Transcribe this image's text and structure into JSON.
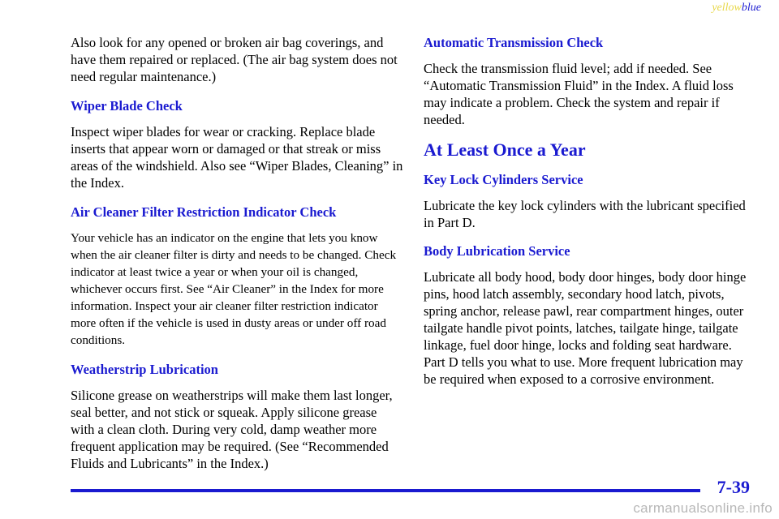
{
  "color_tag": {
    "yellow": "yellow",
    "blue": "blue"
  },
  "left_column": {
    "intro": "Also look for any opened or broken air bag coverings, and have them repaired or replaced. (The air bag system does not need regular maintenance.)",
    "wiper": {
      "heading": "Wiper Blade Check",
      "body": "Inspect wiper blades for wear or cracking. Replace blade inserts that appear worn or damaged or that streak or miss areas of the windshield. Also see “Wiper Blades, Cleaning” in the Index."
    },
    "air_cleaner": {
      "heading": "Air Cleaner Filter Restriction Indicator Check",
      "body": "Your vehicle has an indicator on the engine that lets you know when the air cleaner filter is dirty and needs to be changed. Check indicator at least twice a year or when your oil is changed, whichever occurs first. See “Air Cleaner” in the Index for more information. Inspect your air cleaner filter restriction indicator more often if the vehicle is used in dusty areas or under off road conditions."
    },
    "weatherstrip": {
      "heading": "Weatherstrip Lubrication",
      "body": "Silicone grease on weatherstrips will make them last longer, seal better, and not stick or squeak. Apply silicone grease with a clean cloth. During very cold, damp weather more frequent application may be required. (See “Recommended Fluids and Lubricants” in the Index.)"
    }
  },
  "right_column": {
    "transmission": {
      "heading": "Automatic Transmission Check",
      "body": "Check the transmission fluid level; add if needed. See “Automatic Transmission Fluid” in the Index. A fluid loss may indicate a problem. Check the system and repair if needed."
    },
    "section_title": "At Least Once a Year",
    "key_lock": {
      "heading": "Key Lock Cylinders Service",
      "body": "Lubricate the key lock cylinders with the lubricant specified in Part D."
    },
    "body_lube": {
      "heading": "Body Lubrication Service",
      "body": "Lubricate all body hood, body door hinges, body door hinge pins, hood latch assembly, secondary hood latch, pivots, spring anchor, release pawl, rear compartment hinges, outer tailgate handle pivot points, latches, tailgate hinge, tailgate linkage, fuel door hinge, locks and folding seat hardware. Part D tells you what to use. More frequent lubrication may be required when exposed to a corrosive environment."
    }
  },
  "page_number": "7-39",
  "watermark": "carmanualsonline.info",
  "colors": {
    "accent_blue": "#1a1ad0",
    "tag_yellow": "#e8d84a",
    "watermark_gray": "#b8b8b8"
  }
}
